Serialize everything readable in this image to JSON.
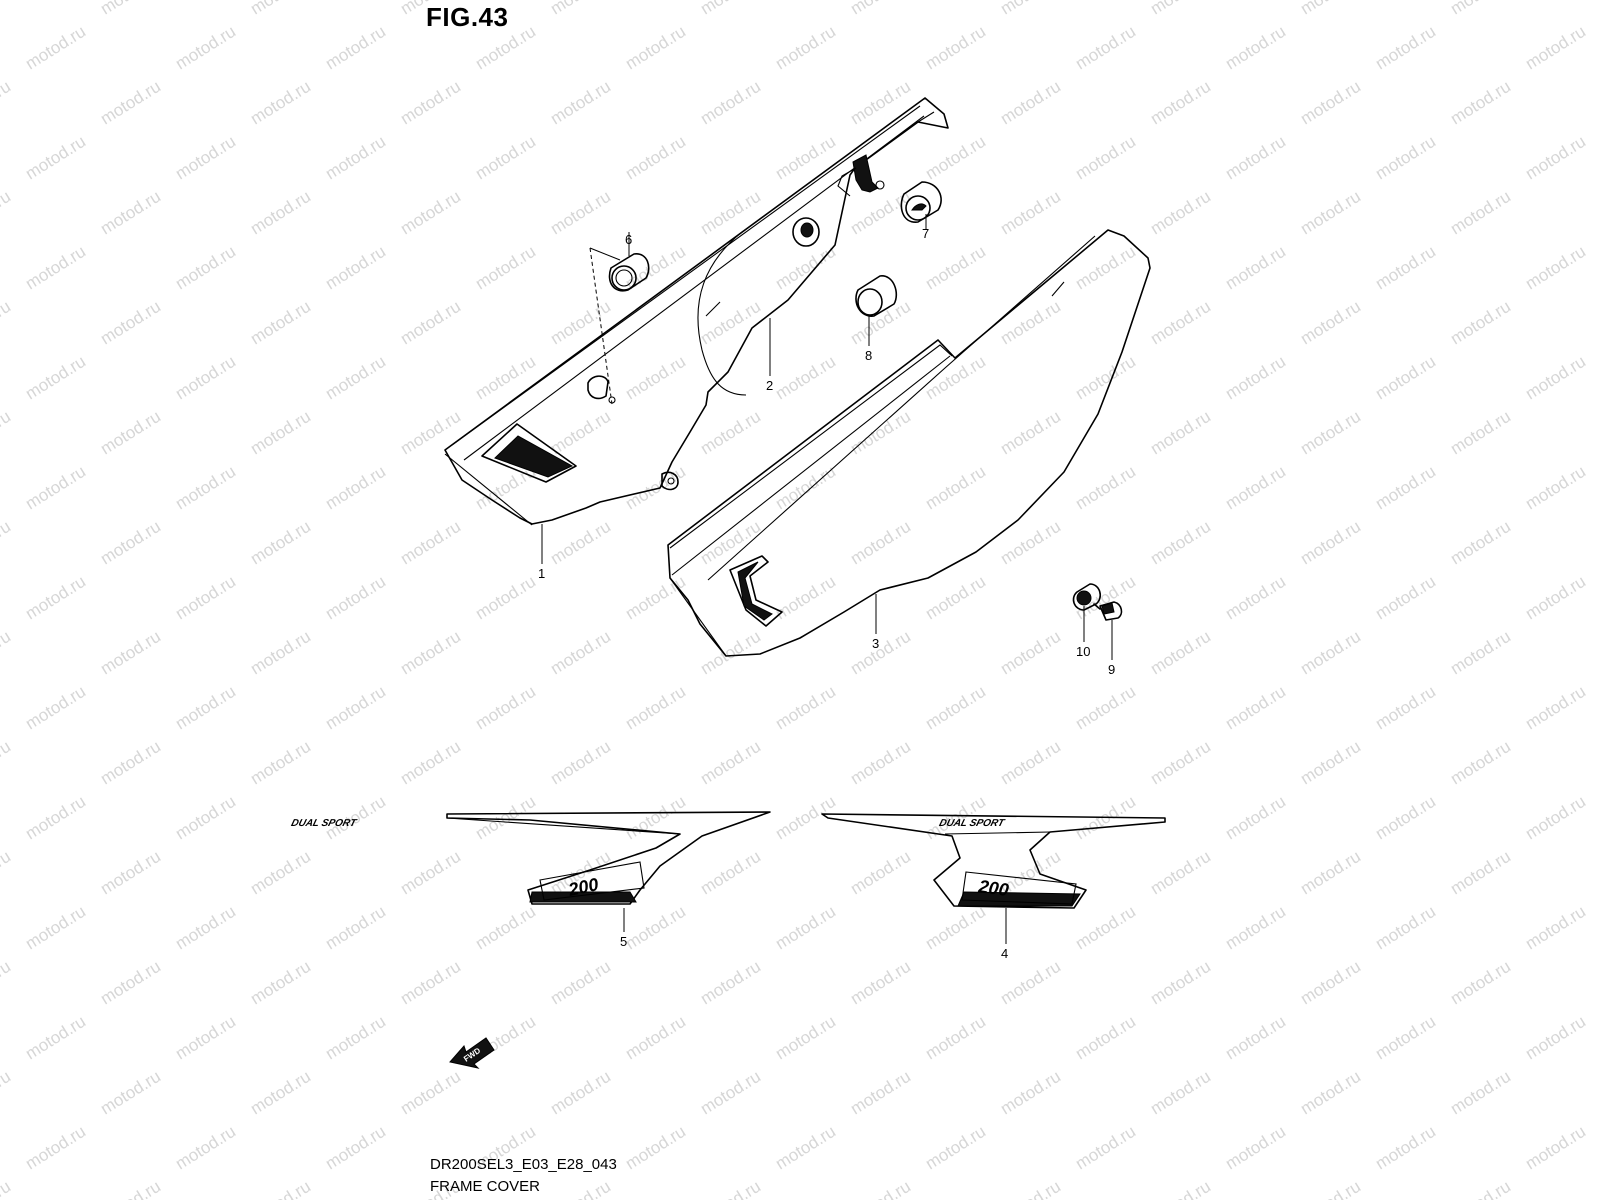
{
  "figure": {
    "title": "FIG.43",
    "code": "DR200SEL3_E03_E28_043",
    "caption": "FRAME COVER"
  },
  "watermark": {
    "text": "motod.ru",
    "color": "#d6d6d6"
  },
  "decal": {
    "model_text": "DUAL SPORT",
    "number_text": "200"
  },
  "direction_marker": {
    "label": "FWD"
  },
  "callouts": [
    "1",
    "2",
    "3",
    "4",
    "5",
    "6",
    "7",
    "8",
    "9",
    "10"
  ]
}
